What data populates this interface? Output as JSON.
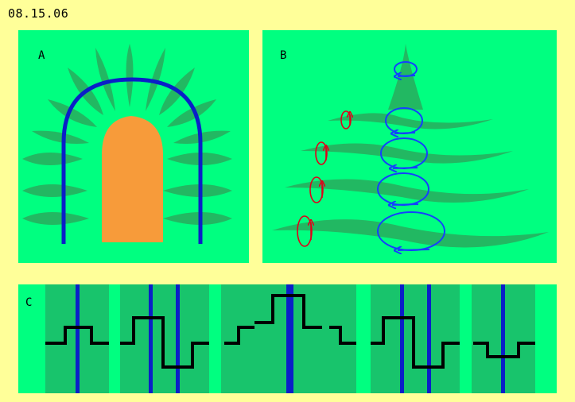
{
  "header": {
    "date": "08.15.06"
  },
  "panels": {
    "a": {
      "label": "A"
    },
    "b": {
      "label": "B"
    },
    "c": {
      "label": "C"
    }
  },
  "colors": {
    "background": "#ffff99",
    "panel": "#00ff80",
    "leaf": "#22b862",
    "tower": "#f79b3a",
    "arch": "#0a1fc8",
    "red_arrow": "#e0001a",
    "blue_arrow": "#1440ff",
    "strip": "#18c46c",
    "profile_line": "#000000"
  }
}
